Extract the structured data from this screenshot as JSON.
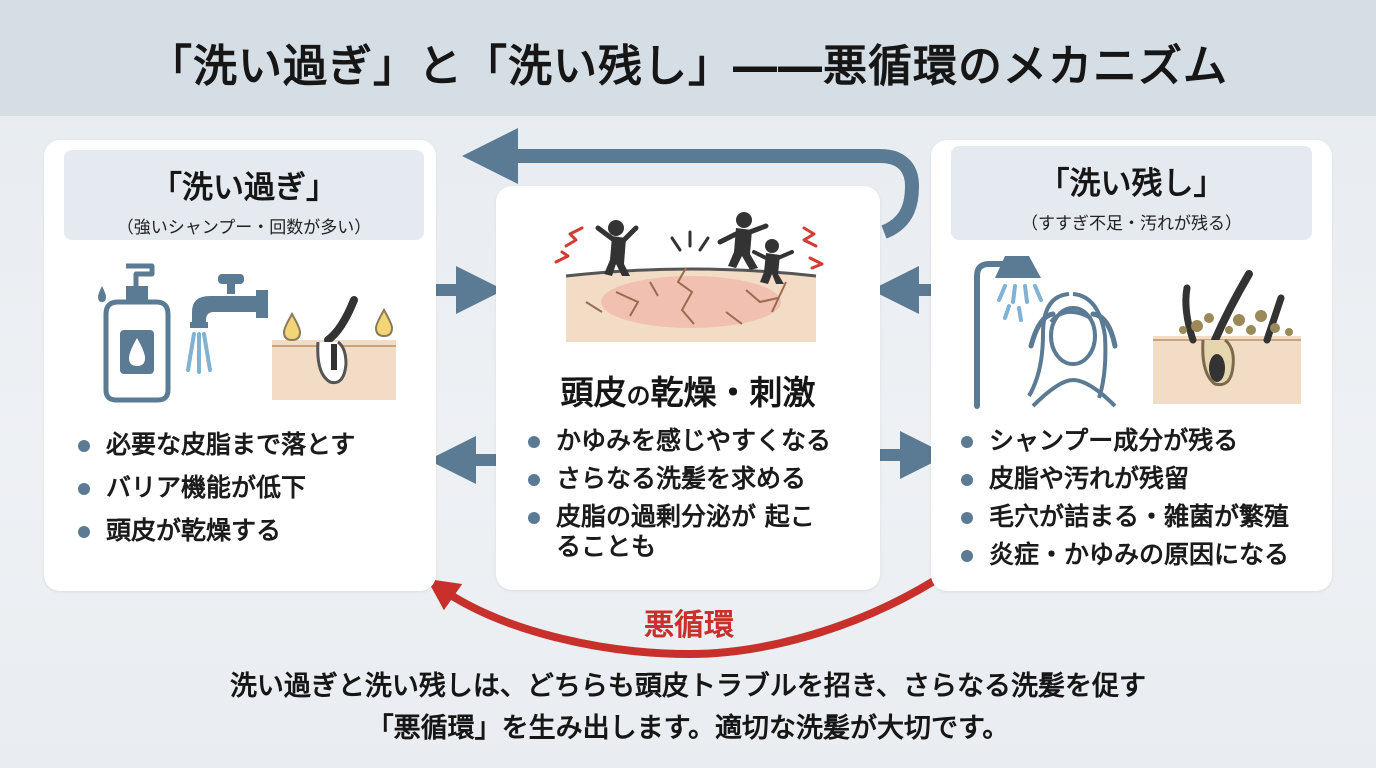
{
  "title": "「洗い過ぎ」と「洗い残し」――悪循環のメカニズム",
  "left_panel": {
    "title": "「洗い過ぎ」",
    "subtitle": "（強いシャンプー・回数が多い）",
    "bullets": [
      "必要な皮脂まで落とす",
      "バリア機能が低下",
      "頭皮が乾燥する"
    ],
    "icons": [
      "shampoo-bottle-icon",
      "faucet-icon",
      "dry-hair-follicle-icon"
    ]
  },
  "center_panel": {
    "title_main_1": "頭皮",
    "title_particle": "の",
    "title_main_2": "乾燥・刺激",
    "bullets": [
      "かゆみを感じやすくなる",
      "さらなる洗髪を求める",
      "皮脂の過剰分泌が 起こることも"
    ],
    "icons": [
      "irritated-scalp-icon"
    ]
  },
  "right_panel": {
    "title": "「洗い残し」",
    "subtitle": "（すすぎ不足・汚れが残る）",
    "bullets": [
      "シャンプー成分が残る",
      "皮脂や汚れが残留",
      "毛穴が詰まる・雑菌が繁殖",
      "炎症・かゆみの原因になる"
    ],
    "icons": [
      "shower-person-icon",
      "clogged-follicle-icon"
    ]
  },
  "loop_label": "悪循環",
  "summary_line1": "洗い過ぎと洗い残しは、どちらも頭皮トラブルを招き、さらなる洗髪を促す",
  "summary_line2": "「悪循環」を生み出します。適切な洗髪が大切です。",
  "colors": {
    "arrow": "#5b7a93",
    "loop_arrow": "#c8312b",
    "skin": "#f3dcc6",
    "panel_header": "#e4eaf0"
  }
}
